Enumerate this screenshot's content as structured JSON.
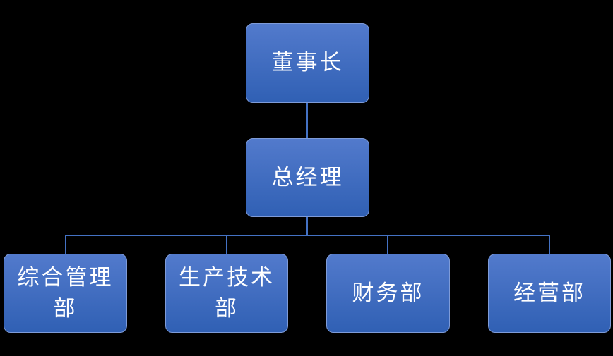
{
  "diagram_type": "org-chart",
  "colors": {
    "background": "#000000",
    "node_fill_top": "#527ACC",
    "node_fill_bottom": "#3060B4",
    "node_border": "#7E9BD8",
    "connector": "#4472C4",
    "text": "#FFFFFF"
  },
  "org": {
    "root": {
      "label": "董事长"
    },
    "manager": {
      "label": "总经理"
    },
    "departments": [
      {
        "label": "综合管理部"
      },
      {
        "label": "生产技术部"
      },
      {
        "label": "财务部"
      },
      {
        "label": "经营部"
      }
    ]
  }
}
